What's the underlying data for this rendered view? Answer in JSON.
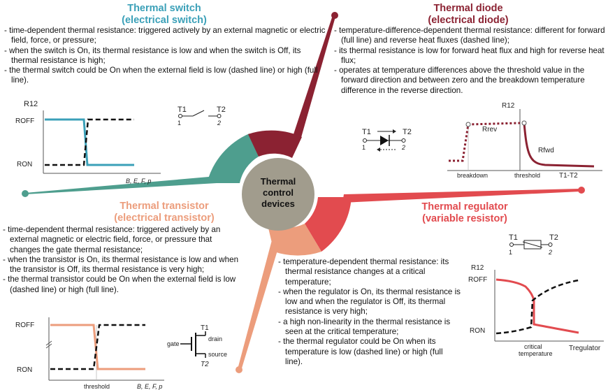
{
  "center": {
    "line1": "Thermal",
    "line2": "control",
    "line3": "devices"
  },
  "colors": {
    "switch": "#3ba0b8",
    "switch_arc": "#4e9e8e",
    "diode": "#8b2232",
    "transistor": "#ec9d7c",
    "regulator": "#e24b4f",
    "center": "#a19c8d"
  },
  "switch": {
    "title1": "Thermal switch",
    "title2": "(electrical switch)",
    "bullets": [
      "time-dependent thermal resistance: triggered actively by an external magnetic or electric field, force, or pressure;",
      "when the switch is On, its thermal resistance is low and when the switch is Off, its thermal resistance is high;",
      "the thermal switch could be On when the external field is low (dashed line) or high (full line)."
    ],
    "plot": {
      "ylabel": "R12",
      "roff": "ROFF",
      "ron": "RON",
      "xlabel": "B, E, F, p"
    },
    "symbol": {
      "t1": "T1",
      "t2": "T2",
      "n1": "1",
      "n2": "2"
    }
  },
  "diode": {
    "title1": "Thermal diode",
    "title2": "(electrical diode)",
    "bullets": [
      "temperature-difference-dependent thermal resistance: different for forward (full line) and reverse heat fluxes (dashed line);",
      "its thermal resistance is low for forward heat flux and high for reverse heat flux;",
      "operates at temperature differences above the threshold value in the forward direction and between zero and the breakdown temperature difference in the reverse direction."
    ],
    "plot": {
      "ylabel": "R12",
      "rrev": "Rrev",
      "rfwd": "Rfwd",
      "breakdown": "breakdown",
      "threshold": "threshold",
      "xlabel": "T1-T2"
    },
    "symbol": {
      "t1": "T1",
      "t2": "T2",
      "n1": "1",
      "n2": "2"
    }
  },
  "transistor": {
    "title1": "Thermal transistor",
    "title2": "(electrical transistor)",
    "bullets": [
      "time-dependent thermal resistance: triggered actively by an external magnetic or electric field, force, or pressure that changes the gate thermal resistance;",
      "when the transistor is On, its thermal resistance is low and when the transistor is Off, its thermal resistance is very high;",
      "the thermal transistor could be On when the external field is low (dashed line) or high (full line)."
    ],
    "plot": {
      "roff": "ROFF",
      "ron": "RON",
      "threshold": "threshold",
      "xlabel": "B, E, F, p"
    },
    "symbol": {
      "gate": "gate",
      "drain": "drain",
      "source": "source",
      "t1": "T1",
      "t2": "T2"
    }
  },
  "regulator": {
    "title1": "Thermal regulator",
    "title2": "(variable resistor)",
    "bullets": [
      "temperature-dependent thermal resistance: its thermal resistance changes at a critical temperature;",
      "when the regulator is On, its thermal resistance is low and when the regulator is Off, its thermal resistance is very high;",
      "a high non-linearity in the thermal resistance is seen at the critical temperature;",
      "the thermal regulator could be On when its temperature is low (dashed line) or high (full line)."
    ],
    "plot": {
      "ylabel": "R12",
      "roff": "ROFF",
      "ron": "RON",
      "crit1": "critical",
      "crit2": "temperature",
      "xlabel": "Tregulator"
    },
    "symbol": {
      "t1": "T1",
      "t2": "T2",
      "n1": "1",
      "n2": "2"
    }
  }
}
